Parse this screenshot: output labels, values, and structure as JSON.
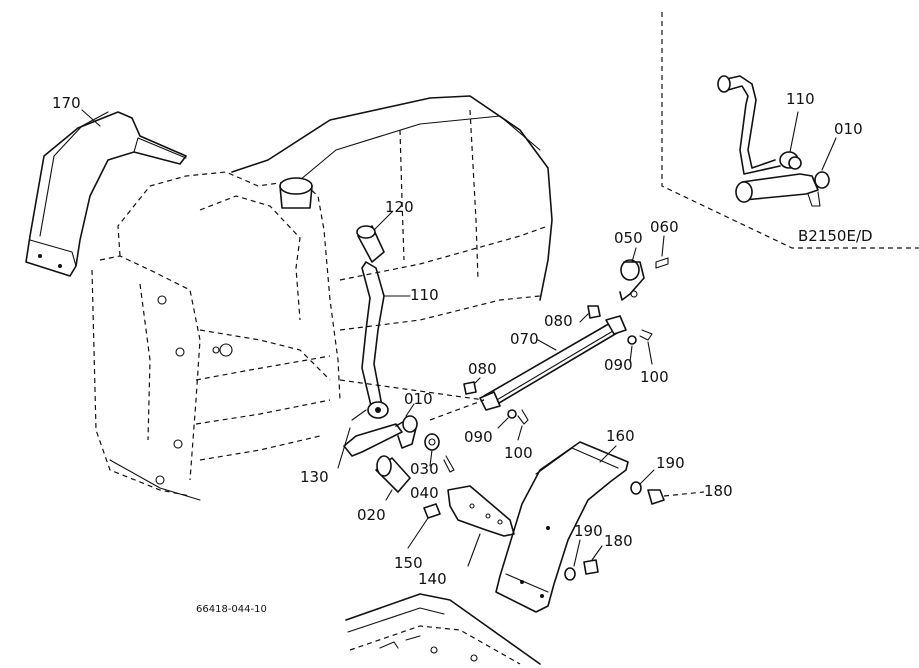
{
  "labels": {
    "p170": "170",
    "p120": "120",
    "p110_main": "110",
    "p010_main": "010",
    "p130": "130",
    "p030": "030",
    "p020": "020",
    "p040": "040",
    "p150": "150",
    "p140": "140",
    "p050": "050",
    "p060": "060",
    "p080_top": "080",
    "p070": "070",
    "p090_right": "090",
    "p100_right": "100",
    "p080_mid": "080",
    "p090_mid": "090",
    "p100_mid": "100",
    "p160": "160",
    "p190_right": "190",
    "p180_right": "180",
    "p190_low": "190",
    "p180_low": "180",
    "p110_inset": "110",
    "p010_inset": "010"
  },
  "inset_caption": "B2150E/D",
  "drawing_number": "66418-044-10"
}
